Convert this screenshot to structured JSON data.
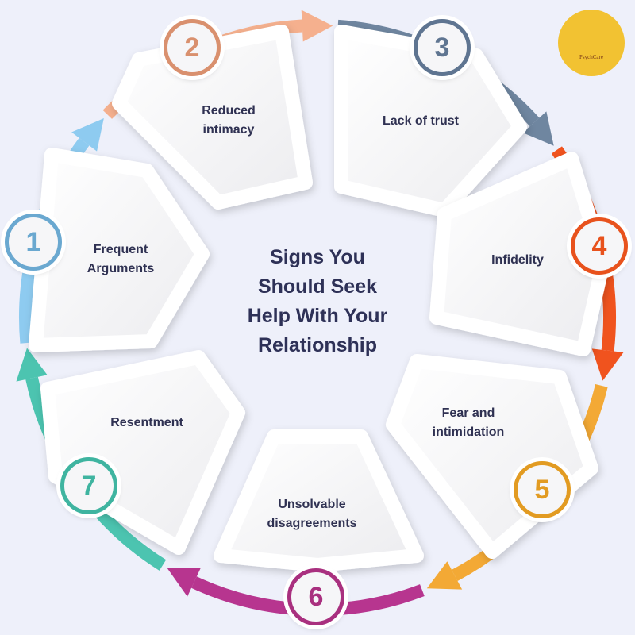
{
  "title": [
    "Signs You",
    "Should Seek",
    "Help With Your",
    "Relationship"
  ],
  "logo_text": "PsychCare",
  "steps": [
    {
      "number": "1",
      "label": [
        "Frequent",
        "Arguments"
      ],
      "color": "#6aa8d0"
    },
    {
      "number": "2",
      "label": [
        "Reduced",
        "intimacy"
      ],
      "color": "#d9906e"
    },
    {
      "number": "3",
      "label": [
        "Lack of trust"
      ],
      "color": "#5f7591"
    },
    {
      "number": "4",
      "label": [
        "Infidelity"
      ],
      "color": "#e8521d"
    },
    {
      "number": "5",
      "label": [
        "Fear and",
        "intimidation"
      ],
      "color": "#e29b22"
    },
    {
      "number": "6",
      "label": [
        "Unsolvable",
        "disagreements"
      ],
      "color": "#a9307f"
    },
    {
      "number": "7",
      "label": [
        "Resentment"
      ],
      "color": "#3fb4a0"
    }
  ],
  "ring_colors": [
    "#8ecbf0",
    "#f5b08e",
    "#6f86a0",
    "#f0531e",
    "#f3a935",
    "#b7358f",
    "#4cc4b0"
  ]
}
